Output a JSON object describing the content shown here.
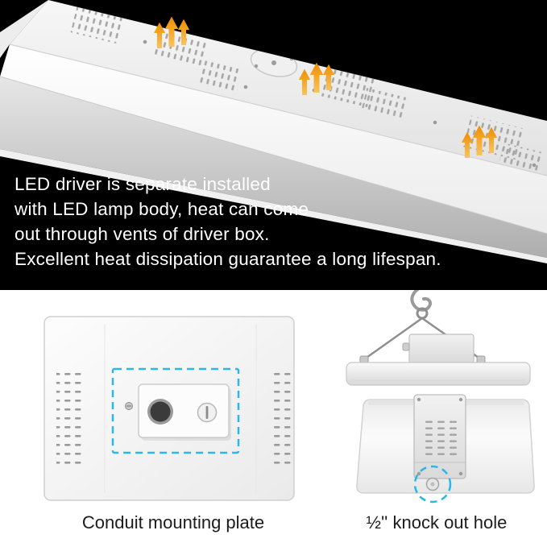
{
  "top_section": {
    "background": "#000000",
    "description_lines": [
      "LED driver is separate installed",
      "with LED lamp body, heat can come",
      "out through vents of driver box.",
      "Excellent heat dissipation guarantee a long lifespan."
    ],
    "heat_arrow_count_per_cluster": 3,
    "heat_arrow_clusters": 3
  },
  "bottom_section": {
    "background": "#ffffff",
    "left_figure": {
      "caption": "Conduit mounting plate",
      "highlight_shape": "dashed-rectangle",
      "highlight_color": "#2ab7e9"
    },
    "right_figure": {
      "caption": "½'' knock out hole",
      "highlight_shape": "dashed-circle",
      "highlight_color": "#2ab7e9"
    }
  },
  "icons": {
    "heat_arrow": "up-block-arrow",
    "hook": "suspension-hook",
    "conduit_highlight": "dashed-rectangle",
    "knockout_highlight": "dashed-circle"
  },
  "colors": {
    "background_top": "#000000",
    "background_bottom": "#ffffff",
    "text_light": "#ffffff",
    "text_dark": "#1c1c1c",
    "highlight_cyan": "#2ab7e9",
    "arrow_orange_dark": "#ee8e00",
    "arrow_orange_light": "#f9c45e",
    "fixture_white": "#f4f4f4"
  }
}
